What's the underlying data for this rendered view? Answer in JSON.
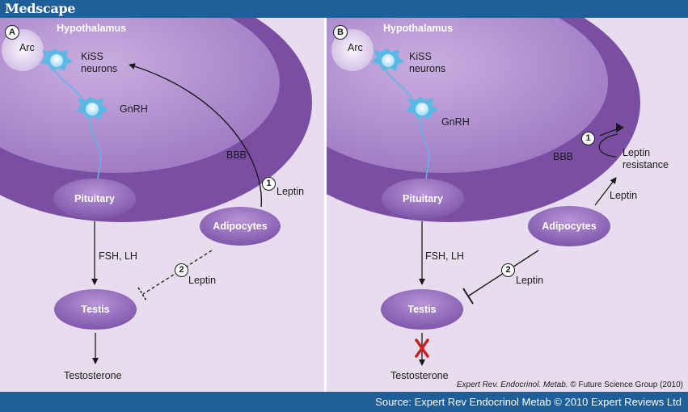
{
  "header": {
    "brand": "Medscape"
  },
  "panel_a": {
    "letter": "A",
    "labels": {
      "hypothalamus": "Hypothalamus",
      "arc": "Arc",
      "kiss": "KiSS",
      "neurons": "neurons",
      "gnrh": "GnRH",
      "bbb": "BBB",
      "pituitary": "Pituitary",
      "adipocytes": "Adipocytes",
      "leptin_1": "Leptin",
      "leptin_2": "Leptin",
      "fsh_lh": "FSH, LH",
      "testis": "Testis",
      "testosterone": "Testosterone"
    },
    "markers": {
      "one": "1",
      "two": "2"
    }
  },
  "panel_b": {
    "letter": "B",
    "labels": {
      "hypothalamus": "Hypothalamus",
      "arc": "Arc",
      "kiss": "KiSS",
      "neurons": "neurons",
      "gnrh": "GnRH",
      "bbb": "BBB",
      "leptin_resistance_1": "Leptin",
      "leptin_resistance_2": "resistance",
      "leptin_1": "Leptin",
      "leptin_2": "Leptin",
      "pituitary": "Pituitary",
      "adipocytes": "Adipocytes",
      "fsh_lh": "FSH, LH",
      "testis": "Testis",
      "testosterone": "Testosterone"
    },
    "markers": {
      "one": "1",
      "two": "2"
    }
  },
  "credit": {
    "journal": "Expert Rev. Endocrinol. Metab.",
    "rest": "© Future Science Group (2010)"
  },
  "footer": {
    "source": "Source: Expert Rev Endocrinol Metab © 2010 Expert Reviews Ltd"
  },
  "colors": {
    "header_bar": "#1f5f99",
    "background": "#e8ddef",
    "brain_outer": "#7a4fa3",
    "brain_inner": "#b89ad1",
    "neuron": "#5ab8e6",
    "inhibition_x": "#cc2222"
  }
}
